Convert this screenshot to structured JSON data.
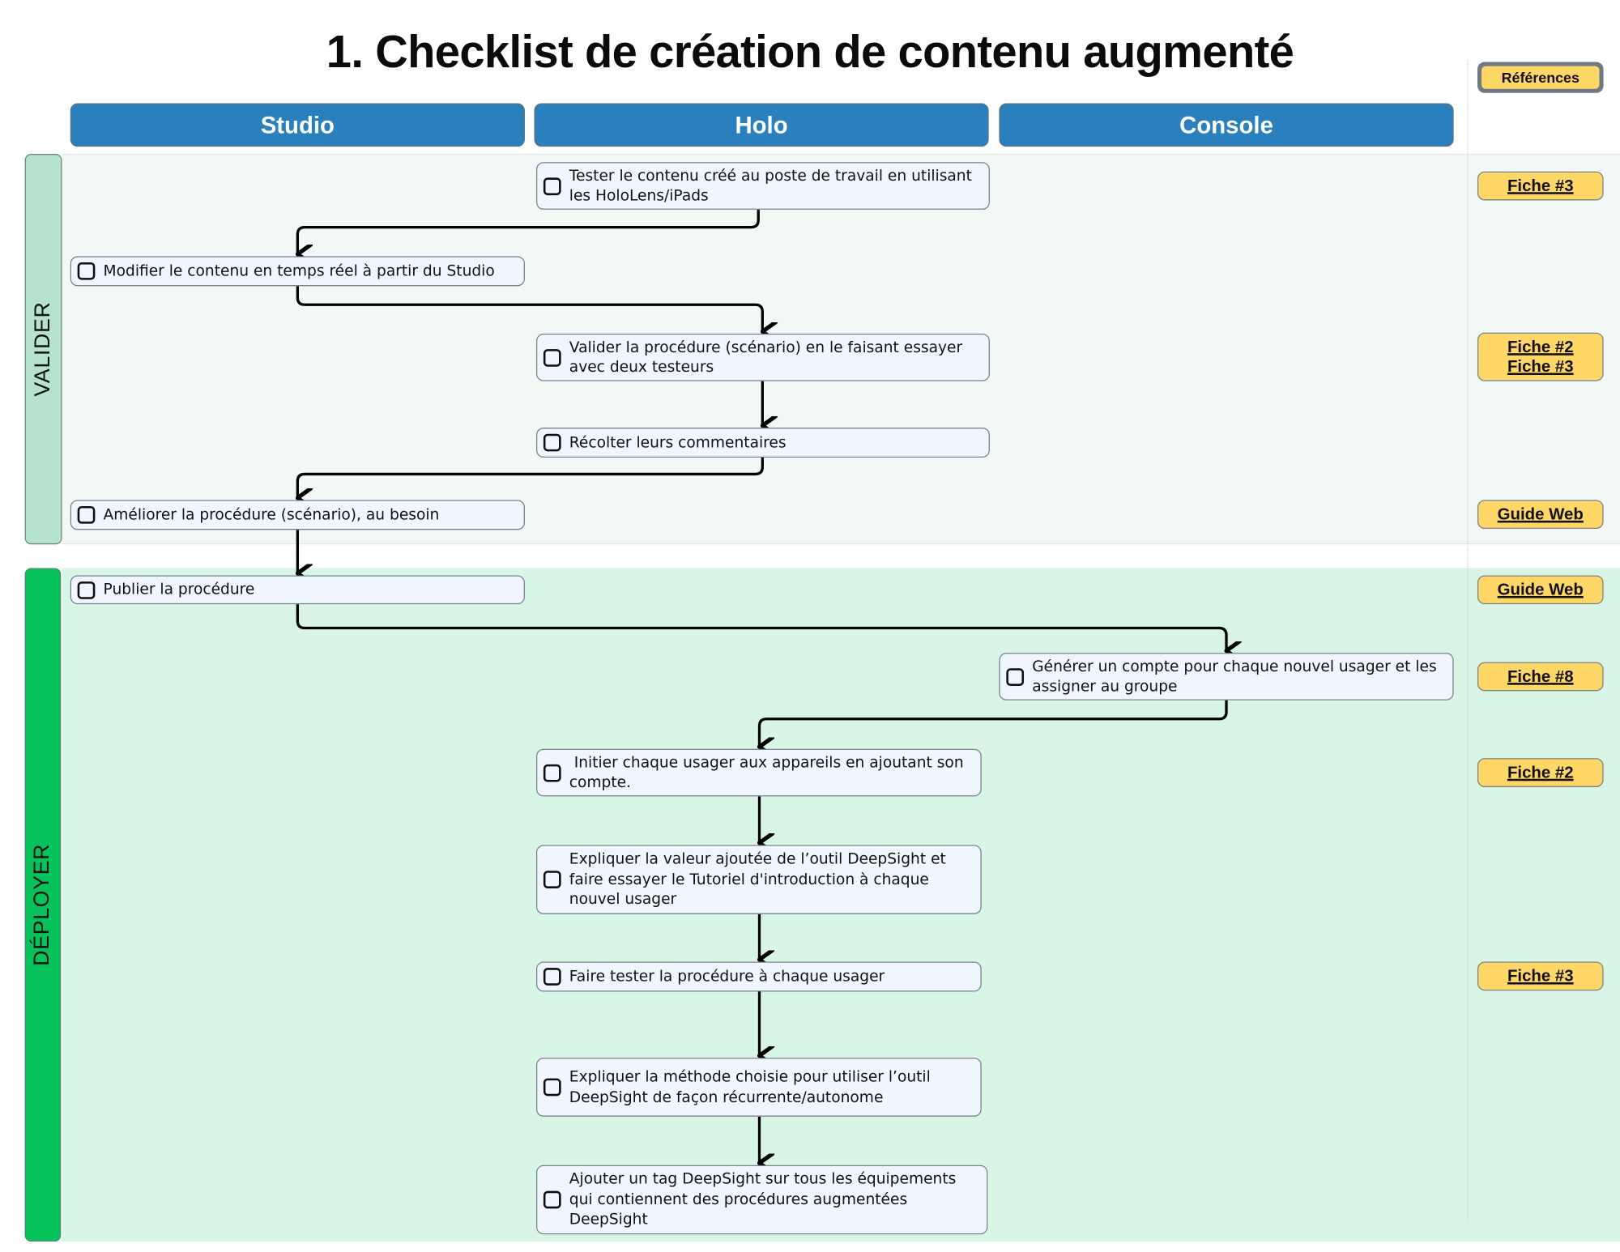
{
  "title": "1. Checklist de création de contenu augmenté",
  "columns": [
    "Studio",
    "Holo",
    "Console"
  ],
  "references_header": "Références",
  "sections": {
    "valider": {
      "label": "VALIDER",
      "color": "#b6e3cf",
      "background": "#f2f8f6"
    },
    "deployer": {
      "label": "DÉPLOYER",
      "color": "#05c25a",
      "background": "#d9f5e6"
    }
  },
  "colors": {
    "column_header": "#2a7fbd",
    "task_background": "#eff6fd",
    "reference_background": "#ffd766"
  },
  "tasks": [
    {
      "id": "t1",
      "section": "valider",
      "column": "Holo",
      "text": "Tester le contenu créé au poste de travail en utilisant les HoloLens/iPads",
      "checked": false,
      "references": [
        "Fiche #3"
      ]
    },
    {
      "id": "t2",
      "section": "valider",
      "column": "Studio",
      "text": "Modifier le contenu en temps réel à partir du Studio",
      "checked": false,
      "references": []
    },
    {
      "id": "t3",
      "section": "valider",
      "column": "Holo",
      "text": "Valider la procédure (scénario) en le faisant essayer avec deux testeurs",
      "checked": false,
      "references": [
        "Fiche #2",
        "Fiche #3"
      ]
    },
    {
      "id": "t4",
      "section": "valider",
      "column": "Holo",
      "text": "Récolter leurs commentaires",
      "checked": false,
      "references": []
    },
    {
      "id": "t5",
      "section": "valider",
      "column": "Studio",
      "text": "Améliorer la procédure (scénario), au besoin",
      "checked": false,
      "references": [
        "Guide Web"
      ]
    },
    {
      "id": "t6",
      "section": "deployer",
      "column": "Studio",
      "text": "Publier la procédure",
      "checked": false,
      "references": [
        "Guide Web"
      ]
    },
    {
      "id": "t7",
      "section": "deployer",
      "column": "Console",
      "text": "Générer un compte pour chaque nouvel usager et les assigner au groupe",
      "checked": false,
      "references": [
        "Fiche #8"
      ]
    },
    {
      "id": "t8",
      "section": "deployer",
      "column": "Holo",
      "text": " Initier chaque usager aux appareils en ajoutant son compte.",
      "checked": false,
      "references": [
        "Fiche #2"
      ]
    },
    {
      "id": "t9",
      "section": "deployer",
      "column": "Holo",
      "text": "Expliquer la valeur ajoutée de l’outil DeepSight et faire essayer le Tutoriel d'introduction à chaque nouvel usager",
      "checked": false,
      "references": []
    },
    {
      "id": "t10",
      "section": "deployer",
      "column": "Holo",
      "text": "Faire tester la procédure à chaque usager",
      "checked": false,
      "references": [
        "Fiche #3"
      ]
    },
    {
      "id": "t11",
      "section": "deployer",
      "column": "Holo",
      "text": "Expliquer la méthode choisie pour utiliser l’outil DeepSight de façon récurrente/autonome",
      "checked": false,
      "references": []
    },
    {
      "id": "t12",
      "section": "deployer",
      "column": "Holo",
      "text": "Ajouter un tag DeepSight sur tous les équipements qui contiennent des procédures augmentées DeepSight",
      "checked": false,
      "references": []
    }
  ],
  "flow": [
    [
      "t1",
      "t2"
    ],
    [
      "t2",
      "t3"
    ],
    [
      "t3",
      "t4"
    ],
    [
      "t4",
      "t5"
    ],
    [
      "t5",
      "t6"
    ],
    [
      "t6",
      "t7"
    ],
    [
      "t7",
      "t8"
    ],
    [
      "t8",
      "t9"
    ],
    [
      "t9",
      "t10"
    ],
    [
      "t10",
      "t11"
    ],
    [
      "t11",
      "t12"
    ]
  ]
}
